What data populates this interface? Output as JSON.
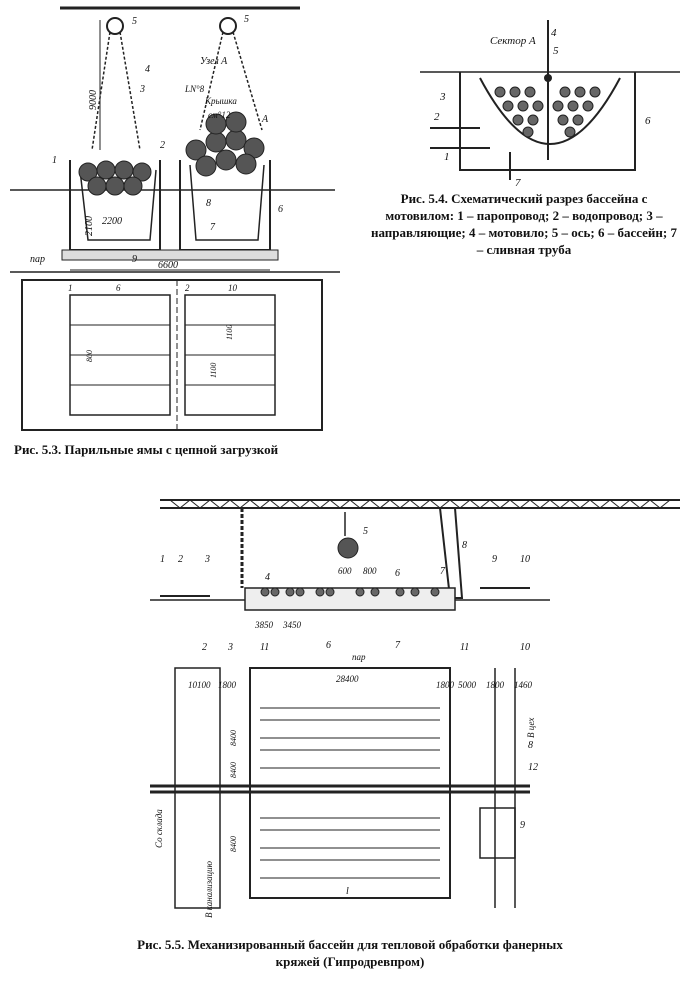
{
  "fig53": {
    "caption": "Рис. 5.3. Парильные ямы с цепной загрузкой",
    "labels": {
      "uzel": "Узел А",
      "ln": "LN°8",
      "kryshka": "Крышка",
      "sm": "см°12",
      "height": "9000",
      "width_total": "6600",
      "width_inner": "2200",
      "depth": "2100",
      "par": "пар",
      "plan_dim1": "1100",
      "plan_dim2": "1100",
      "plan_dim3": "800",
      "n1": "1",
      "n2": "2",
      "n3": "3",
      "n4": "4",
      "n5": "5",
      "n6": "6",
      "n7": "7",
      "n8": "8",
      "n9": "9",
      "n10": "10",
      "nA": "А"
    }
  },
  "fig54": {
    "caption": "Рис. 5.4. Схематический разрез бассейна с мотовилом: 1 – паропровод; 2 – водопровод; 3 – направляющие; 4 – мотовило; 5 – ось; 6 – бассейн; 7 – сливная труба",
    "labels": {
      "sector": "Сектор А",
      "n1": "1",
      "n2": "2",
      "n3": "3",
      "n4": "4",
      "n5": "5",
      "n6": "6",
      "n7": "7"
    }
  },
  "fig55": {
    "caption": "Рис. 5.5. Механизированный бассейн для тепловой обработки фанерных кряжей (Гипродревпром)",
    "labels": {
      "d600": "600",
      "d800": "800",
      "d3850": "3850",
      "d3450": "3450",
      "d10100": "10100",
      "d1800a": "1800",
      "d28400": "28400",
      "d1800b": "1800",
      "d5000": "5000",
      "d1800c": "1800",
      "d1460": "1460",
      "d8400a": "8400",
      "d8400b": "8400",
      "d8400c": "8400",
      "par": "пар",
      "v_tseh": "В цех",
      "so_sklada": "Со склада",
      "v_kanal": "В канализацию",
      "ell": "l",
      "n1": "1",
      "n2": "2",
      "n3": "3",
      "n4": "4",
      "n5": "5",
      "n6": "6",
      "n7": "7",
      "n8": "8",
      "n9": "9",
      "n10": "10",
      "n11a": "11",
      "n11b": "11",
      "n12": "12",
      "n6b": "6"
    }
  }
}
